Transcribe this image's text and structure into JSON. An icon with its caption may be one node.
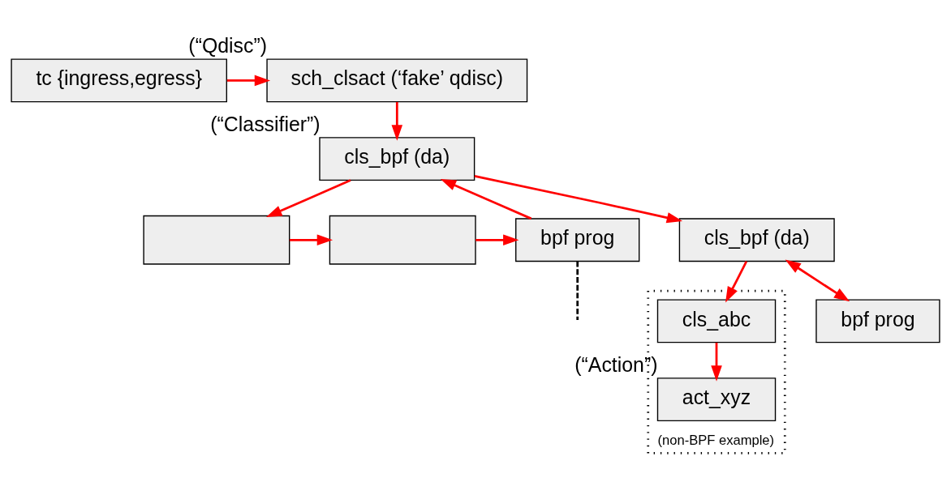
{
  "diagram": {
    "nodes": [
      {
        "text": [
          "tc {ingress,egress}"
        ]
      },
      {
        "text": [
          "sch_clsact (‘fake’ qdisc)"
        ],
        "beside": [
          "(“Qdisc”)"
        ]
      },
      {
        "text": [
          "cls_bpf (da)"
        ],
        "beside": [
          "(“Classifier”)"
        ]
      },
      {
        "text": [],
        "shape": "box"
      },
      {
        "text": [],
        "shape": "box"
      },
      {
        "text": [
          "bpf prog"
        ]
      },
      {
        "text": [
          "cls_bpf (da)"
        ]
      },
      {
        "text": [
          "bpf prog"
        ]
      },
      {
        "text": [
          "(non-BPF example)"
        ]
      },
      {
        "text": [
          "cls_abc"
        ],
        "in": 8
      },
      {
        "text": [
          "act_xyz"
        ],
        "in": 8,
        "beside": [
          "(“Action”)"
        ]
      }
    ],
    "edges": [
      {
        "from": 0,
        "to": 1,
        "arrow": "to"
      },
      {
        "from": 1,
        "to": 2,
        "arrow": "to"
      },
      {
        "from": 2,
        "to": 3,
        "arrow": "to"
      },
      {
        "from": 3,
        "to": 4,
        "arrow": "to"
      },
      {
        "from": 4,
        "to": 5,
        "arrow": "to"
      },
      {
        "from": 5,
        "to": 2,
        "arrow": "to"
      },
      {
        "from": 2,
        "to": 6,
        "arrow": "to"
      },
      {
        "from": 6,
        "to": 7,
        "arrow": "both"
      },
      {
        "from": 6,
        "to": 9,
        "arrow": "to"
      },
      {
        "from": 9,
        "to": 10,
        "arrow": "to"
      },
      {
        "from": 5,
        "to": null,
        "arrow": "none",
        "style": "dashed",
        "color": "#000000"
      }
    ]
  }
}
